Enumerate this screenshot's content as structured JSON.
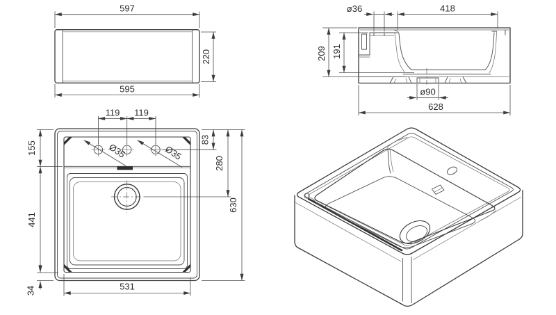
{
  "page": {
    "background": "#ffffff",
    "line_color": "#3a3a3a",
    "text_color": "#2c2c2c"
  },
  "views": {
    "front": {
      "title": "front-elevation-view",
      "dims": {
        "width_top": "597",
        "width_bottom": "595",
        "height": "220"
      }
    },
    "section": {
      "title": "side-section-view",
      "dims": {
        "faucet_hole_diameter": "ø36",
        "bowl_inner_width": "418",
        "depth_outer": "209",
        "depth_inner": "191",
        "drain_diameter": "ø90",
        "overall_width": "628"
      }
    },
    "plan": {
      "title": "top-plan-view",
      "dims": {
        "hole_pitch_left": "119",
        "hole_pitch_right": "119",
        "hole_diameter_left": "Ø35",
        "hole_diameter_right": "Ø35",
        "holes_offset": "83",
        "deck_depth": "155",
        "drain_center_offset": "280",
        "bowl_front_depth": "441",
        "overall_depth": "630",
        "bowl_inner_width": "531",
        "front_lip": "34"
      }
    },
    "iso": {
      "title": "isometric-view"
    }
  }
}
